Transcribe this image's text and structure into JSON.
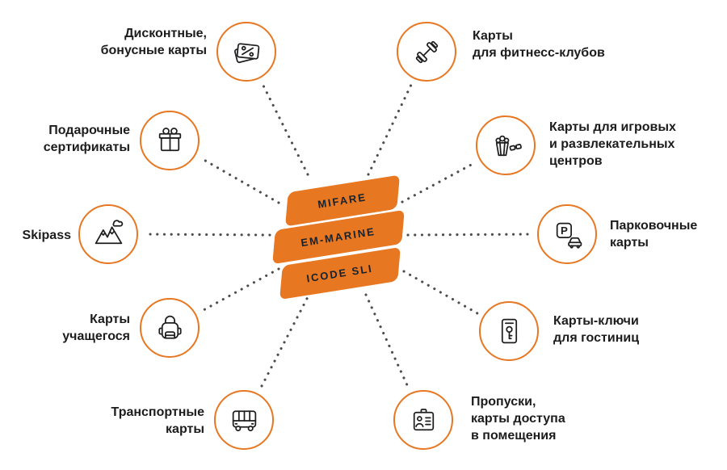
{
  "colors": {
    "accent": "#E87722",
    "connector": "#4d4d4d",
    "card-text": "#16222e",
    "label-text": "#1c1c1c"
  },
  "center": {
    "cards": [
      {
        "label": "MIFARE"
      },
      {
        "label": "EM-MARINE"
      },
      {
        "label": "ICODE SLI"
      }
    ]
  },
  "nodes": [
    {
      "id": "discount-bonus-cards",
      "label": "Дисконтные,\nбонусные карты",
      "icon": "discount-cards-icon"
    },
    {
      "id": "gift-certificates",
      "label": "Подарочные\nсертификаты",
      "icon": "gift-icon"
    },
    {
      "id": "skipass",
      "label": "Skipass",
      "icon": "mountains-icon"
    },
    {
      "id": "student-cards",
      "label": "Карты\nучащегося",
      "icon": "backpack-icon"
    },
    {
      "id": "transport-cards",
      "label": "Транспортные\nкарты",
      "icon": "bus-icon"
    },
    {
      "id": "fitness-club-cards",
      "label": "Карты\nдля фитнесс-клубов",
      "icon": "dumbbell-icon"
    },
    {
      "id": "entertainment-center-cards",
      "label": "Карты для игровых\nи развлекательных\nцентров",
      "icon": "popcorn-3d-glasses-icon"
    },
    {
      "id": "parking-cards",
      "label": "Парковочные\nкарты",
      "icon": "parking-icon"
    },
    {
      "id": "hotel-key-cards",
      "label": "Карты-ключи\nдля гостиниц",
      "icon": "hotel-key-card-icon"
    },
    {
      "id": "access-passes",
      "label": "Пропуски,\nкарты доступа\nв помещения",
      "icon": "id-badge-icon"
    }
  ]
}
